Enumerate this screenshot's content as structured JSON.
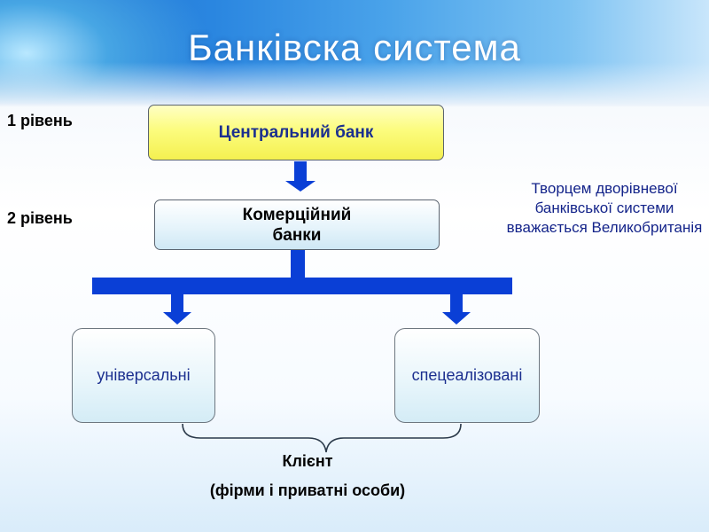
{
  "slide": {
    "title": "Банківска система",
    "levels": {
      "level1": "1 рівень",
      "level2": "2 рівень"
    },
    "central_bank": "Центральний банк",
    "commercial_bank_line1": "Комерційний",
    "commercial_bank_line2": "банки",
    "types": {
      "universal": "універсальні",
      "specialized": "спецеалізовані"
    },
    "note": "Творцем дворівневої банківської системи вважається Великобританія",
    "client": "Клієнт",
    "client_detail": "(фірми і приватні особи)"
  },
  "colors": {
    "arrow": "#0a3fd6",
    "central_fill": "#fcfc7e",
    "text_blue": "#1b2f8f",
    "header_blue": "#2a86e0"
  }
}
